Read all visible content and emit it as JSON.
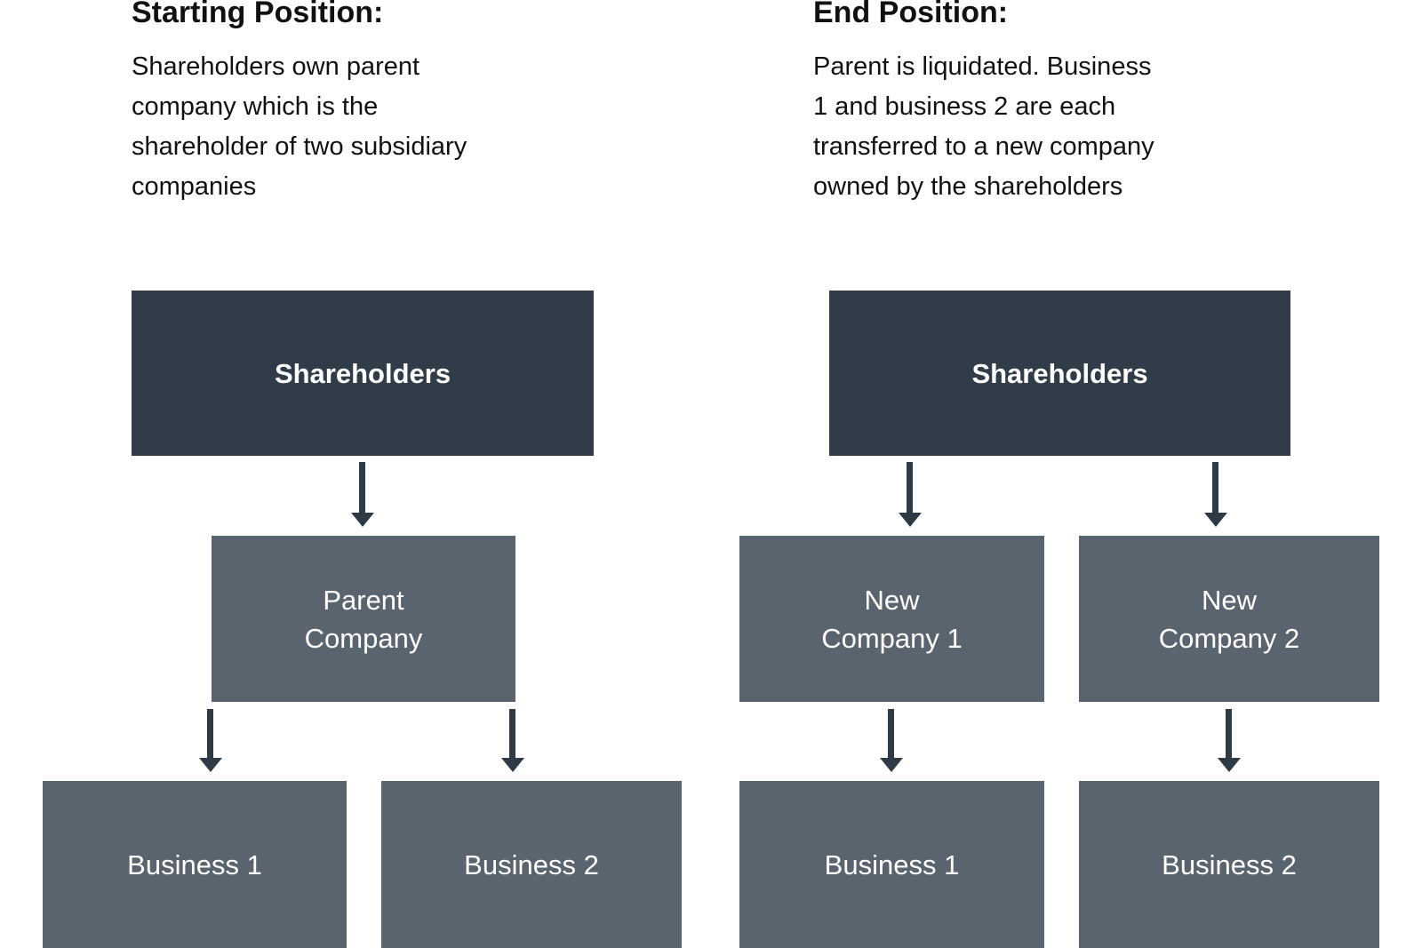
{
  "colors": {
    "dark_box": "#303d49",
    "medium_box": "#5a646e",
    "arrow": "#2e3b46",
    "ink": "#111111",
    "box_text": "#ffffff",
    "background": "#ffffff"
  },
  "left_panel": {
    "title": "Starting Position:",
    "description": "Shareholders own parent\ncompany which is the\nshareholder of two subsidiary\ncompanies",
    "nodes": {
      "shareholders": "Shareholders",
      "parent": "Parent\nCompany",
      "business1": "Business 1",
      "business2": "Business 2"
    }
  },
  "right_panel": {
    "title": "End Position:",
    "description": "Parent is liquidated. Business\n1 and business 2 are each\ntransferred to a new company\nowned by the shareholders",
    "nodes": {
      "shareholders": "Shareholders",
      "new_company1": "New\nCompany 1",
      "new_company2": "New\nCompany 2",
      "business1": "Business 1",
      "business2": "Business 2"
    }
  }
}
